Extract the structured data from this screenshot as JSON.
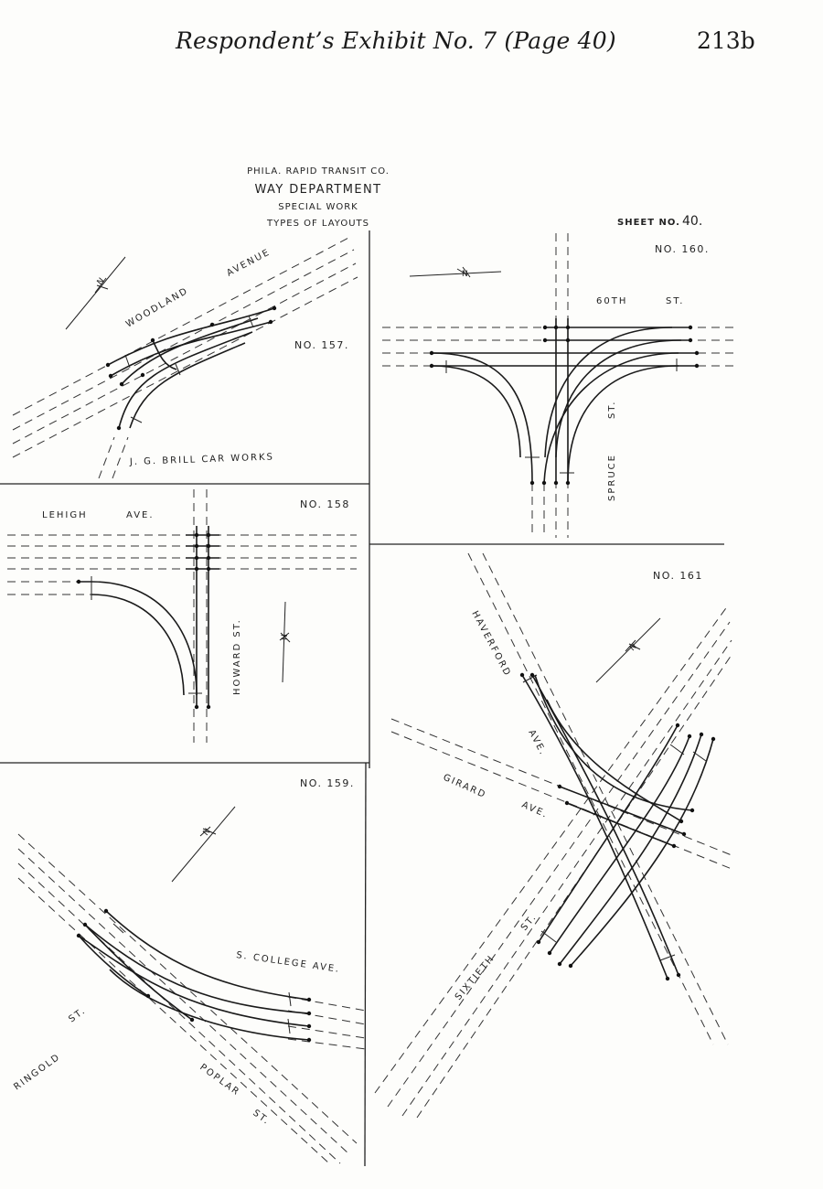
{
  "header": {
    "exhibit_title": "Respondent’s Exhibit No. 7 (Page 40)",
    "page_number": "213b"
  },
  "title_block": {
    "company": "PHILA. RAPID TRANSIT CO.",
    "department": "WAY DEPARTMENT",
    "subject": "SPECIAL WORK",
    "subtitle": "TYPES OF LAYOUTS"
  },
  "sheet": {
    "label": "SHEET NO.",
    "number": "40."
  },
  "layouts": [
    {
      "number": "NO. 157.",
      "streets": [
        "WOODLAND",
        "AVENUE",
        "J. G. BRILL CAR WORKS"
      ]
    },
    {
      "number": "NO. 158",
      "streets": [
        "LEHIGH",
        "AVE.",
        "HOWARD ST."
      ]
    },
    {
      "number": "NO. 159.",
      "streets": [
        "S. COLLEGE AVE.",
        "RINGOLD",
        "ST.",
        "POPLAR",
        "ST."
      ]
    },
    {
      "number": "NO. 160.",
      "streets": [
        "60TH",
        "ST.",
        "SPRUCE",
        "ST."
      ]
    },
    {
      "number": "NO. 161",
      "streets": [
        "HAVERFORD",
        "AVE.",
        "GIRARD",
        "AVE.",
        "SIXTIETH",
        "ST."
      ]
    }
  ],
  "north_arrow_label": "N"
}
